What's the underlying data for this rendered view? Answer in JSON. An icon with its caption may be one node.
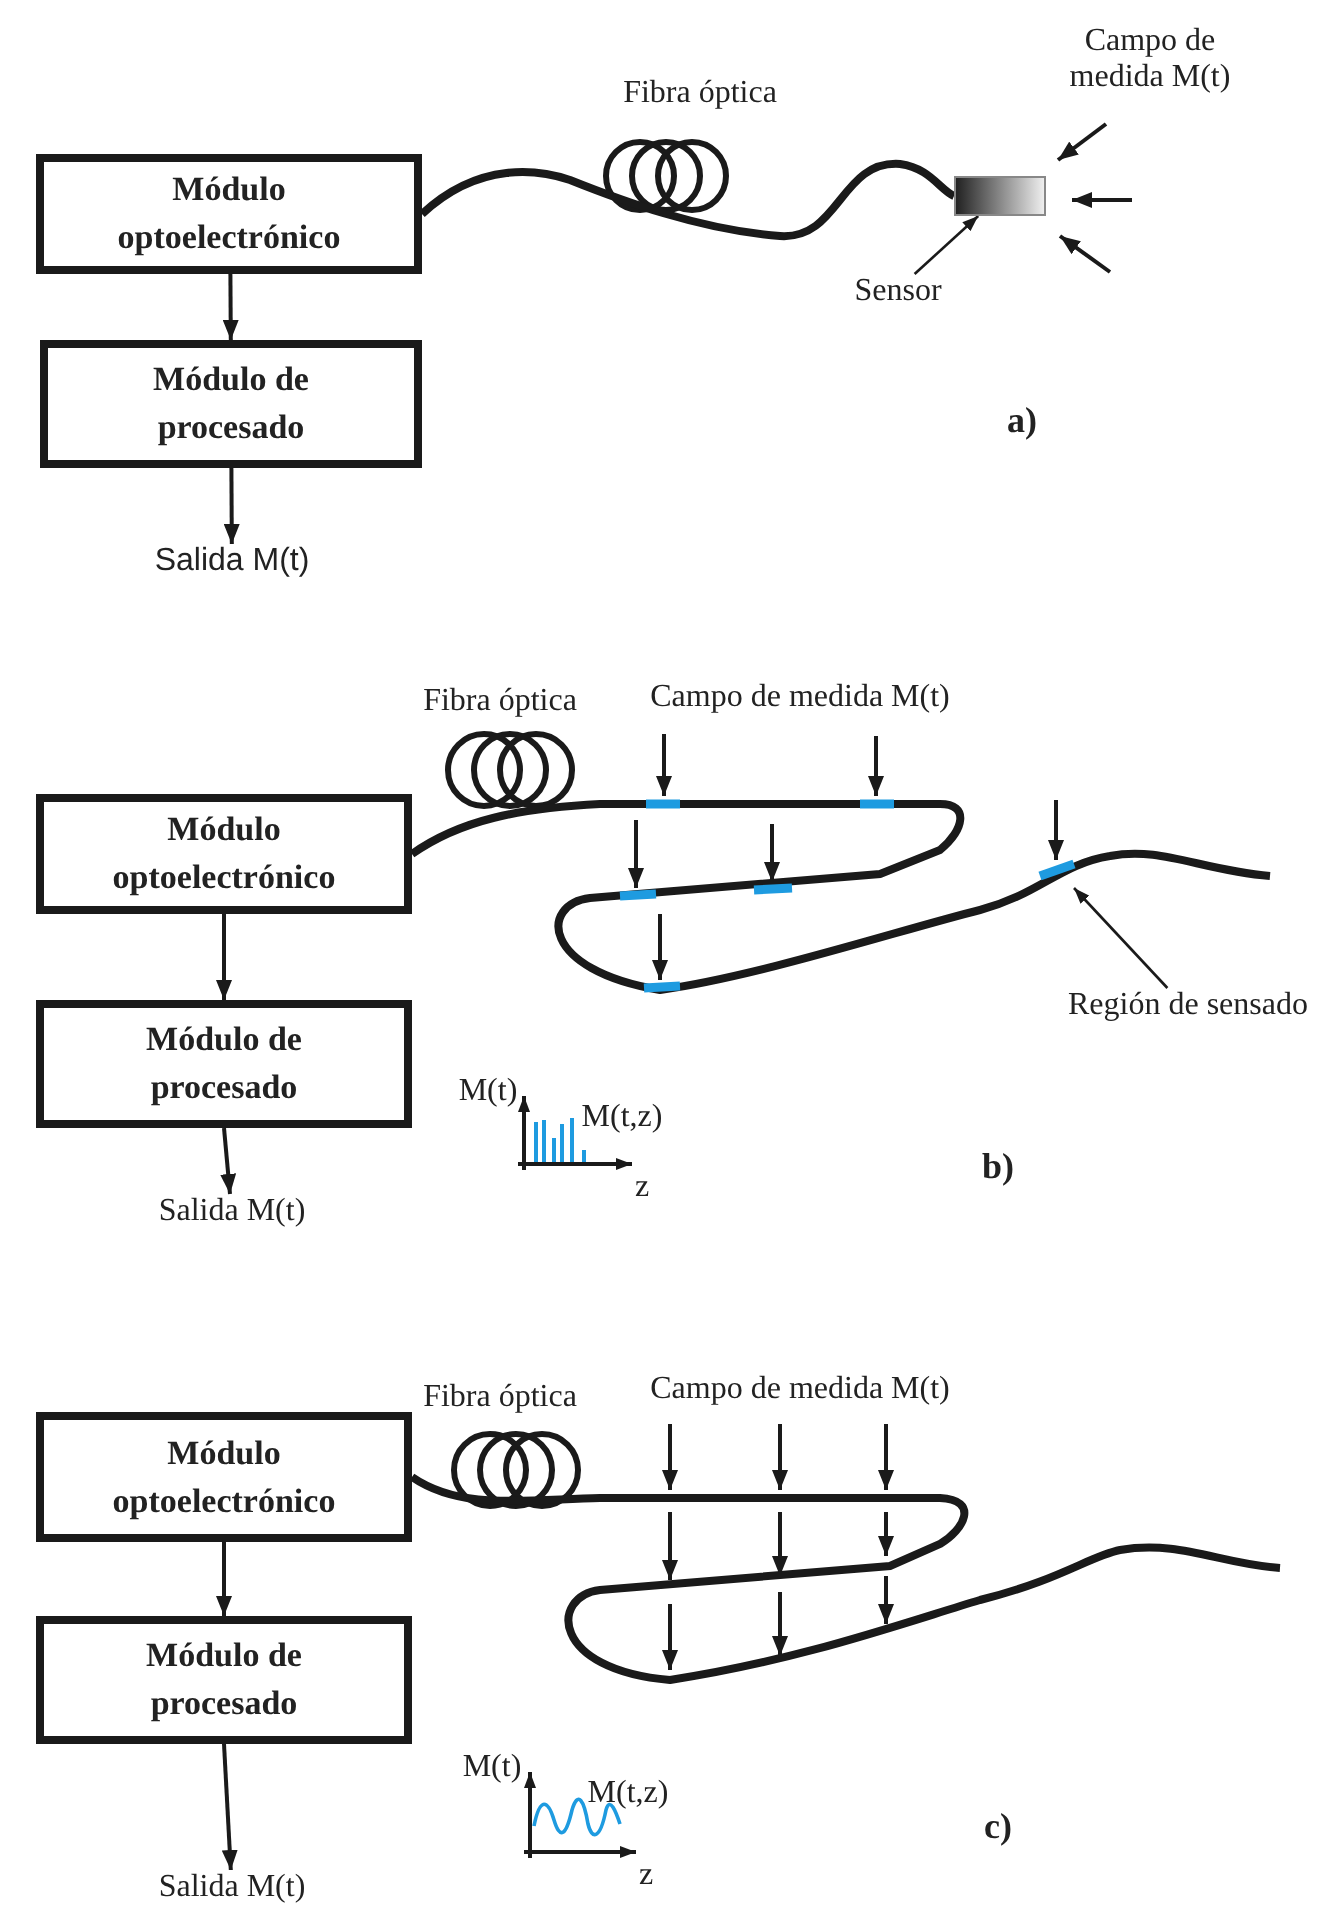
{
  "diagram": {
    "nodes": [
      {
        "text": [
          "Módulo optoelectrónico"
        ]
      },
      {
        "text": [
          "Módulo de procesado"
        ]
      },
      {
        "text": [
          "Salida M(t)"
        ]
      },
      {
        "text": [],
        "shape": "box"
      },
      {
        "text": [
          "Sensor"
        ]
      },
      {
        "text": [
          "Módulo optoelectrónico"
        ]
      },
      {
        "text": [
          "Módulo de procesado"
        ]
      },
      {
        "text": [
          "Salida M(t)"
        ]
      },
      {
        "text": [
          "Región de sensado"
        ]
      },
      {
        "text": [
          "Módulo optoelectrónico"
        ]
      },
      {
        "text": [
          "Módulo de procesado"
        ]
      },
      {
        "text": [
          "Salida M(t)"
        ]
      }
    ],
    "edges": [
      {
        "from": 0,
        "to": 1,
        "arrow": "to"
      },
      {
        "from": 1,
        "to": 2,
        "arrow": "to"
      },
      {
        "from": 0,
        "to": 3,
        "arrow": "none",
        "style": "thick"
      },
      {
        "from": 4,
        "to": 3,
        "arrow": "to"
      },
      {
        "from": 5,
        "to": 6,
        "arrow": "to"
      },
      {
        "from": 6,
        "to": 7,
        "arrow": "to"
      },
      {
        "from": 5,
        "to": null,
        "arrow": "none",
        "style": "thick"
      },
      {
        "from": 8,
        "to": null,
        "arrow": "to"
      },
      {
        "from": 9,
        "to": 10,
        "arrow": "to"
      },
      {
        "from": 10,
        "to": 11,
        "arrow": "to"
      },
      {
        "from": 9,
        "to": null,
        "arrow": "none",
        "style": "thick"
      }
    ],
    "labels": [
      "Fibra óptica",
      "Campo de medida M(t)",
      "a)",
      "Fibra óptica",
      "Campo de medida M(t)",
      "M(t)",
      "M(t,z)",
      "z",
      "b)",
      "Fibra óptica",
      "Campo de medida M(t)",
      "M(t)",
      "M(t,z)",
      "z",
      "c)"
    ]
  }
}
